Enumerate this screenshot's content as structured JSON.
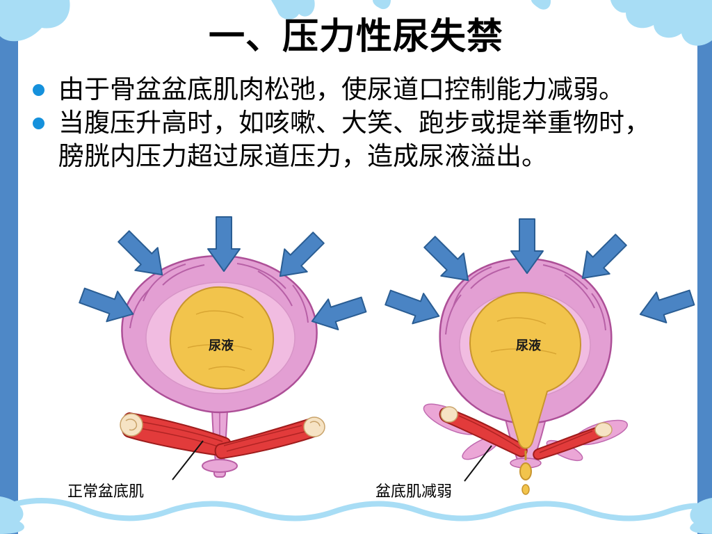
{
  "slide": {
    "title": "一、压力性尿失禁",
    "bullets": [
      {
        "lines": [
          "由于骨盆盆底肌肉松弛，使尿道口控制能力减弱。"
        ]
      },
      {
        "lines": [
          "当腹压升高时，如咳嗽、大笑、跑步或提举重物时，",
          "膀胱内压力超过尿道压力，造成尿液溢出。"
        ]
      }
    ],
    "figure": {
      "left_diagram": {
        "fluid_label": "尿液",
        "caption": "正常盆底肌"
      },
      "right_diagram": {
        "fluid_label": "尿液",
        "caption": "盆底肌减弱"
      }
    },
    "colors": {
      "bullet_dot": "#1591dc",
      "arrow_blue": "#4a84c4",
      "bladder_pink": "#e39fd3",
      "urine_yellow": "#f2c44c",
      "muscle_red": "#e23b3b",
      "cloud_blue": "#a8ddf5",
      "border_blue": "#4e88c7"
    }
  }
}
